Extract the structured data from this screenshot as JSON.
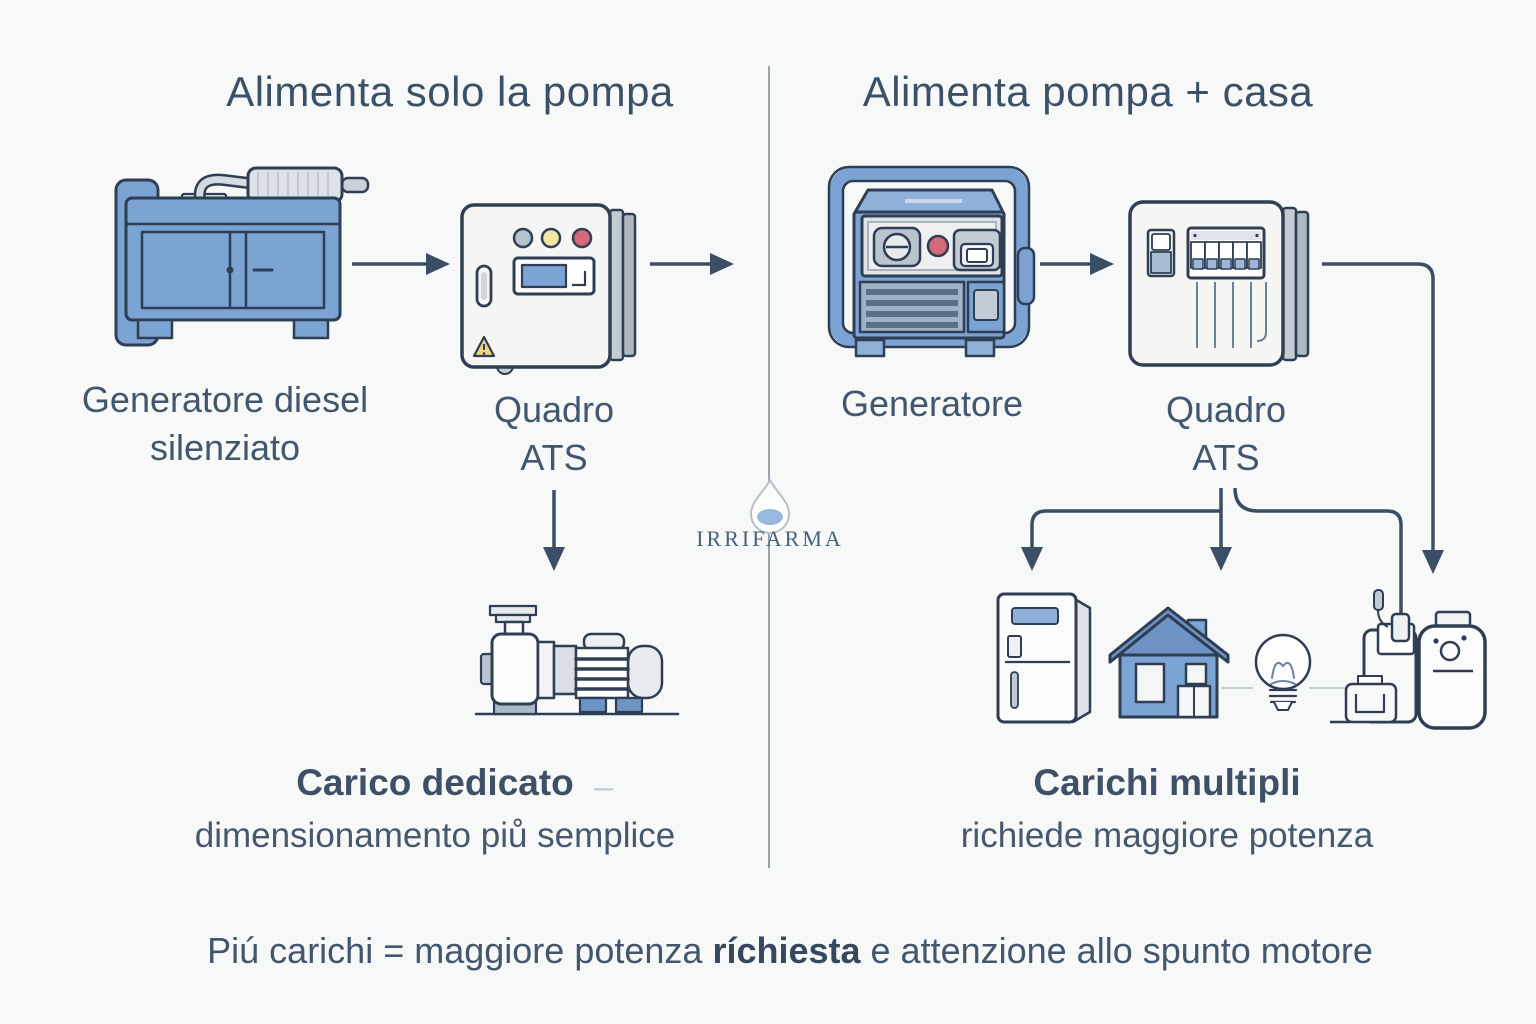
{
  "palette": {
    "background": "#f7f8f8",
    "ink": "#3d5168",
    "outline": "#2f3e52",
    "accent_blue": "#7ba3d4",
    "light_blue": "#8fb0d8",
    "house_blue": "#6d94c4",
    "panel_body": "#f5f5f3",
    "status_red": "#d5687a",
    "status_yellow": "#f1e6a4",
    "divider": "#97a3ad",
    "logo_navy": "#2f4e76",
    "footer_ink": "#42566d"
  },
  "left": {
    "title": "Alimenta solo la pompa",
    "generator_label": [
      "Generatore diesel",
      "silenziato"
    ],
    "ats_label": [
      "Quadro",
      "ATS"
    ],
    "result_title": "Carico dedicato",
    "result_dash": "–",
    "result_subtitle": "dimensionamento piů semplice"
  },
  "right": {
    "title": "Alimenta pompa + casa",
    "generator_label": "Generatore",
    "ats_label": [
      "Quadro",
      "ATS"
    ],
    "result_title": "Carichi multipli",
    "result_subtitle": "richiede maggiore potenza"
  },
  "footer": {
    "prefix": "Piú carichi = maggiore potenza ",
    "emphasis": "ríchiesta",
    "suffix": " e attenzione allo spunto motore"
  },
  "logo": {
    "text": "IRRIFARMA"
  },
  "icons": {
    "diesel-generator-icon": "silenced diesel generator",
    "ats-panel-simple-icon": "ATS transfer switch box with indicator lights",
    "pump-icon": "surface water pump with motor",
    "portable-generator-icon": "portable open-frame generator",
    "ats-panel-breakers-icon": "ATS panel with breaker row and wiring",
    "fridge-icon": "refrigerator",
    "house-icon": "house",
    "bulb-icon": "light bulb",
    "boiler-icon": "appliance with power plug",
    "water-heater-icon": "water heater",
    "drop-logo-icon": "water drop logo",
    "flow-arrow-icon": "flow arrow"
  }
}
